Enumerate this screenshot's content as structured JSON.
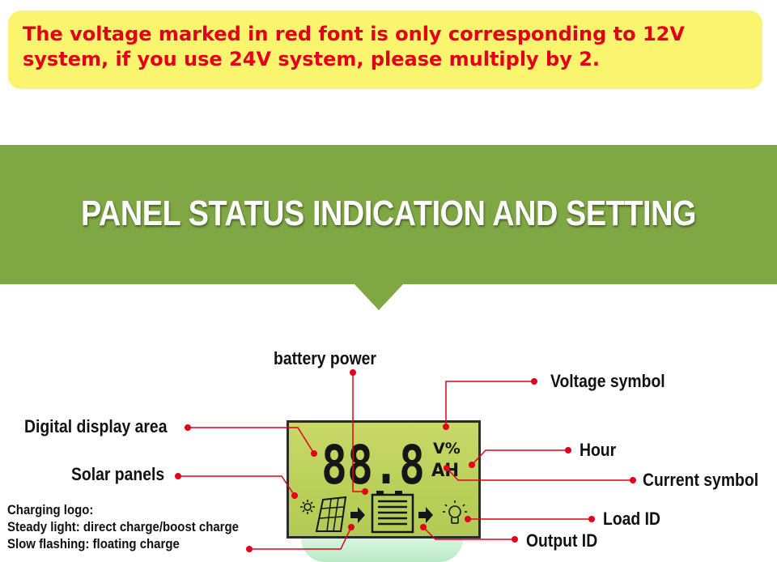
{
  "notice": {
    "line1": "The voltage marked in red font is only corresponding to 12V",
    "line2": "system, if you use 24V system, please multiply by 2."
  },
  "banner": {
    "title": "PANEL STATUS INDICATION AND SETTING"
  },
  "labels": {
    "battery_power": "battery power",
    "voltage_symbol": "Voltage symbol",
    "digital_display_area": "Digital display area",
    "hour": "Hour",
    "solar_panels": "Solar panels",
    "current_symbol": "Current symbol",
    "charging_logo": "Charging logo:",
    "steady_light": "Steady light: direct charge/boost charge",
    "slow_flashing": "Slow flashing: floating charge",
    "load_id": "Load ID",
    "output_id": "Output ID"
  },
  "lcd": {
    "digits": "88.8",
    "unit_top": "V%",
    "unit_bottom": "AH",
    "sun_icon": "sun-icon",
    "panel_icon": "solar-panel-icon",
    "battery_icon": "battery-icon",
    "bulb_icon": "light-bulb-icon"
  },
  "colors": {
    "notice_bg": "#fbf46e",
    "notice_text": "#e2001a",
    "banner_bg": "#7fa744",
    "leader_red": "#e2001a",
    "lcd_bg": "#c2d462"
  }
}
